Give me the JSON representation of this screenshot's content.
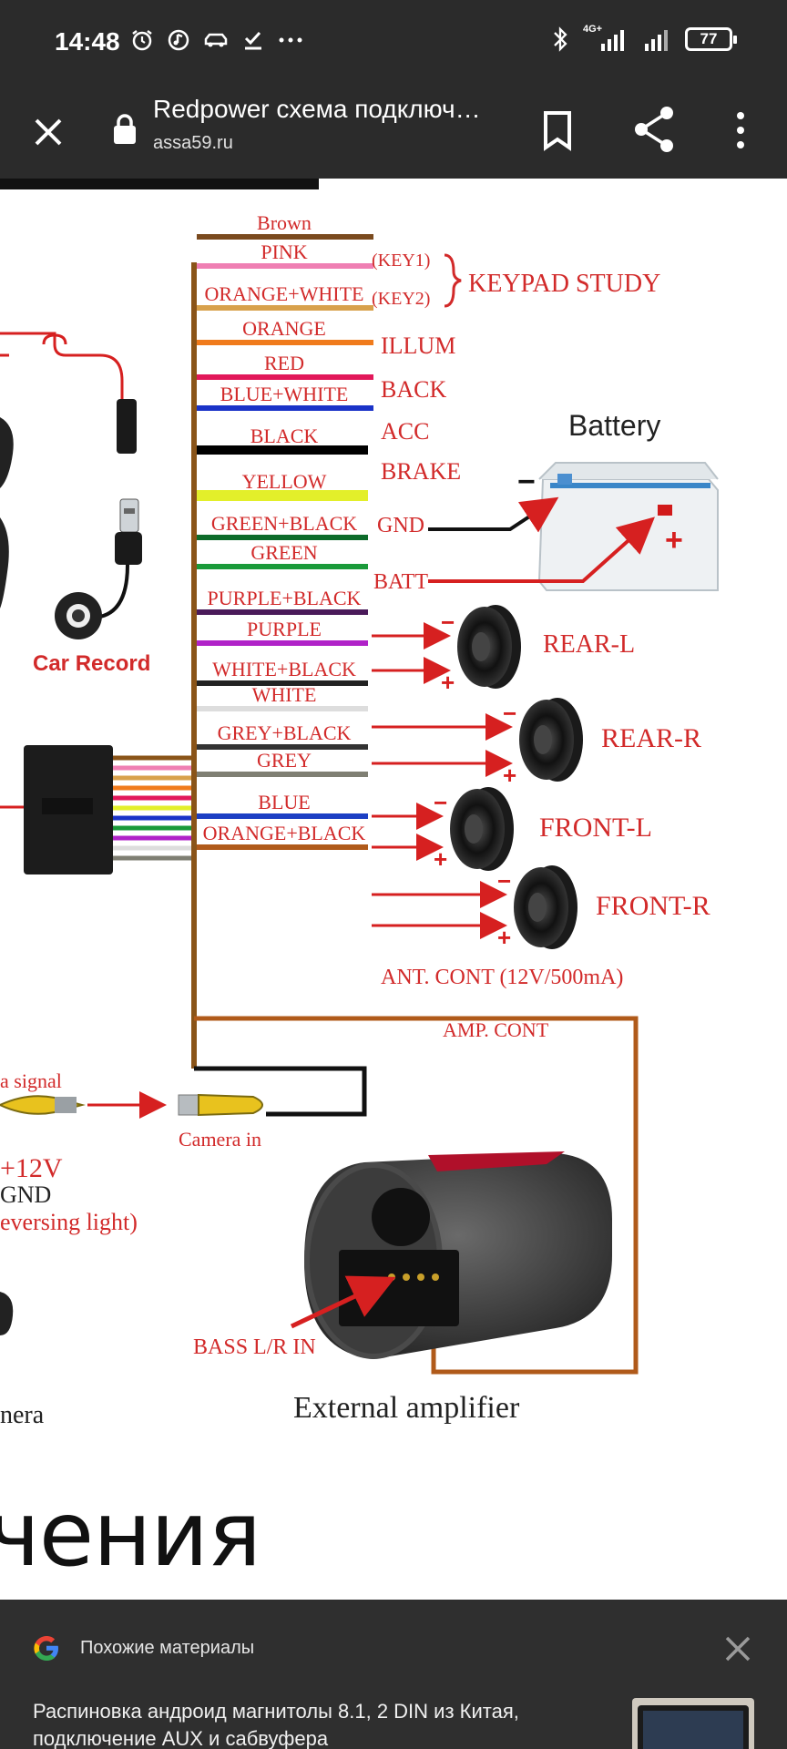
{
  "status_bar": {
    "time": "14:48",
    "network": "4G+",
    "battery": "77",
    "icons": [
      "alarm-icon",
      "music-icon",
      "car-icon",
      "check-icon",
      "more-icon",
      "bluetooth-icon",
      "signal-icon",
      "battery-icon"
    ]
  },
  "toolbar": {
    "title": "Redpower схема подключ…",
    "url": "assa59.ru",
    "icons": [
      "close-icon",
      "lock-icon",
      "bookmark-icon",
      "share-icon",
      "overflow-menu-icon"
    ]
  },
  "diagram": {
    "wires": [
      {
        "label": "Brown",
        "color": "#7a4a1e"
      },
      {
        "label": "PINK",
        "color": "#ef7fb3"
      },
      {
        "label": "ORANGE+WHITE",
        "color": "#d8a14c"
      },
      {
        "label": "ORANGE",
        "color": "#f07b1c"
      },
      {
        "label": "RED",
        "color": "#e2185a"
      },
      {
        "label": "BLUE+WHITE",
        "color": "#1a33c8"
      },
      {
        "label": "BLACK",
        "color": "#000000"
      },
      {
        "label": "YELLOW",
        "color": "#e3ef2a"
      },
      {
        "label": "GREEN+BLACK",
        "color": "#0d6b2a"
      },
      {
        "label": "GREEN",
        "color": "#1a9a3a"
      },
      {
        "label": "PURPLE+BLACK",
        "color": "#4a1a5a"
      },
      {
        "label": "PURPLE",
        "color": "#b022c8"
      },
      {
        "label": "WHITE+BLACK",
        "color": "#222222"
      },
      {
        "label": "WHITE",
        "color": "#dddddd"
      },
      {
        "label": "GREY+BLACK",
        "color": "#333333"
      },
      {
        "label": "GREY",
        "color": "#7f7f73"
      },
      {
        "label": "BLUE",
        "color": "#1c3fc4"
      },
      {
        "label": "ORANGE+BLACK",
        "color": "#b05a1a"
      }
    ],
    "targets": {
      "key1": "(KEY1)",
      "key2": "(KEY2)",
      "keypad_study": "KEYPAD STUDY",
      "illum": "ILLUM",
      "back": "BACK",
      "acc": "ACC",
      "brake": "BRAKE",
      "gnd": "GND",
      "batt": "BATT",
      "rear_l": "REAR-L",
      "rear_r": "REAR-R",
      "front_l": "FRONT-L",
      "front_r": "FRONT-R",
      "ant_cont": "ANT. CONT (12V/500mA)",
      "amp_cont": "AMP. CONT"
    },
    "battery_label": "Battery",
    "battery_minus": "−",
    "battery_plus": "+",
    "car_record": "Car Record",
    "camera_signal": "a signal",
    "camera_in": "Camera in",
    "plus_12v": "+12V",
    "gnd_left": "GND",
    "reversing": "eversing light)",
    "camera": "nera",
    "bass_lr_in": "BASS L/R IN",
    "external_amplifier": "External amplifier",
    "speaker_minus": "−",
    "speaker_plus": "+"
  },
  "heading": "чения",
  "sheet": {
    "title": "Похожие материалы",
    "item": "Распиновка андроид магнитолы 8.1, 2 DIN из Китая, подключение AUX и сабвуфера"
  }
}
